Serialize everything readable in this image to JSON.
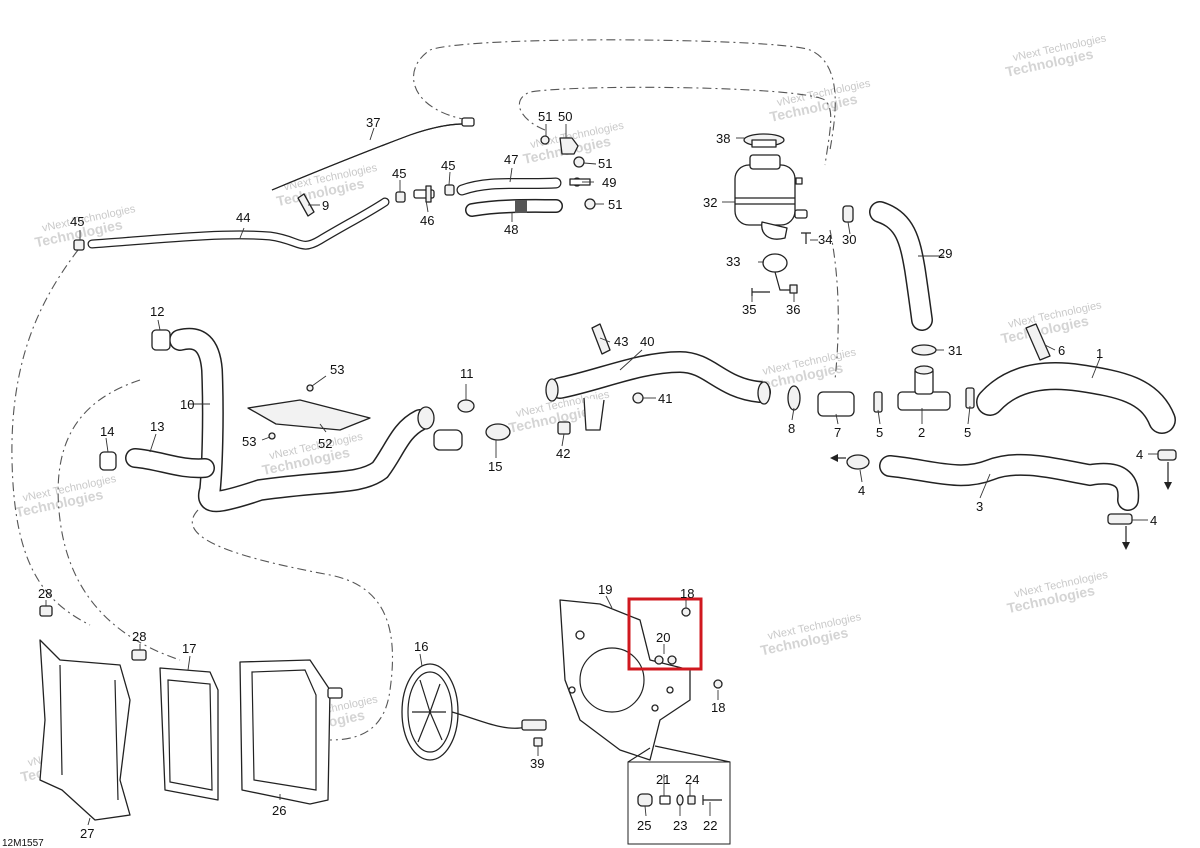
{
  "diagram_code": "12M1557",
  "watermark": {
    "line1": "vNext",
    "line2": "Technologies",
    "line_combined": "vNext Technologies"
  },
  "highlight_color": "#d0181f",
  "callouts": [
    "1",
    "2",
    "3",
    "4",
    "5",
    "6",
    "7",
    "8",
    "9",
    "10",
    "11",
    "12",
    "13",
    "14",
    "15",
    "16",
    "17",
    "18",
    "19",
    "20",
    "21",
    "22",
    "23",
    "24",
    "25",
    "26",
    "27",
    "28",
    "29",
    "30",
    "31",
    "32",
    "33",
    "34",
    "35",
    "36",
    "37",
    "38",
    "39",
    "40",
    "41",
    "42",
    "43",
    "44",
    "45",
    "46",
    "47",
    "48",
    "49",
    "50",
    "51",
    "52",
    "53"
  ]
}
